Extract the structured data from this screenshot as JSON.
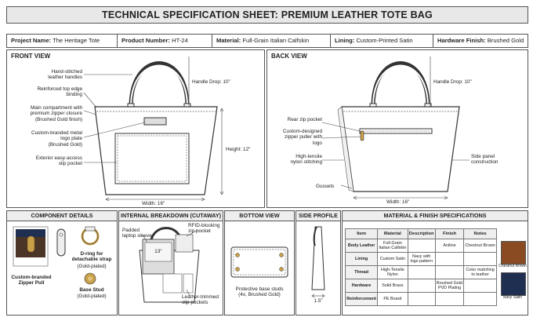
{
  "title": "TECHNICAL SPECIFICATION SHEET: PREMIUM LEATHER TOTE BAG",
  "meta": {
    "project_label": "Project Name:",
    "project_value": "The Heritage Tote",
    "product_label": "Product Number:",
    "product_value": "HT-24",
    "material_label": "Material:",
    "material_value": "Full-Grain Italian Calfskin",
    "lining_label": "Lining:",
    "lining_value": "Custom-Printed Satin",
    "hardware_label": "Hardware Finish:",
    "hardware_value": "Brushed Gold"
  },
  "front": {
    "title": "FRONT VIEW",
    "labels": {
      "handles": "Hand-stitched\nleather handles",
      "top_edge": "Reinforced top edge\nbinding",
      "main_compartment": "Main compartment with\npremium zipper closure\n(Brushed Gold finish)",
      "logo_plate": "Custom-branded metal\nlogo plate\n(Brushed Gold)",
      "slip_pocket": "Exterior easy-access\nslip pocket",
      "handle_drop": "Handle Drop: 10\"",
      "height": "Height: 12\"",
      "width": "Width: 16\""
    }
  },
  "back": {
    "title": "BACK VIEW",
    "labels": {
      "rear_zip": "Rear zip pocket",
      "zipper_puller": "Custom-designed\nzipper puller with\nlogo",
      "stitching": "High-tensile\nnylon stitching",
      "gussets": "Gussets",
      "side_panel": "Side panel\nconstruction",
      "handle_drop": "Handle Drop: 10\"",
      "width": "Width: 16\""
    }
  },
  "components": {
    "title": "COMPONENT DETAILS",
    "zipper_pull": "Custom-branded\nZipper Pull",
    "d_ring": "D-ring for\ndetachable strap",
    "d_ring_note": "(Gold-plated)",
    "base_stud": "Base Stud",
    "base_stud_note": "(Gold-plated)"
  },
  "internal": {
    "title": "INTERNAL BREAKDOWN (CUTAWAY)",
    "laptop_sleeve": "Padded\nlaptop sleeve",
    "rfid": "RFID-blocking\nzip pocket",
    "slip_pockets": "Leather-trimmed\nslip pockets",
    "sleeve_mark": "13\""
  },
  "bottom": {
    "title": "BOTTOM VIEW",
    "caption": "Protective base studs\n(4x, Brushed Gold)"
  },
  "side": {
    "title": "SIDE PROFILE",
    "depth": "1.5\""
  },
  "specs": {
    "title": "MATERIAL & FINISH SPECIFICATIONS",
    "headers": [
      "Item",
      "Material",
      "Description",
      "Finish",
      "Notes"
    ],
    "rows": [
      [
        "Body Leather",
        "Full-Grain\nItalian Calfskin",
        "",
        "Aniline",
        "Chestnut Brown"
      ],
      [
        "Lining",
        "Custom Satin",
        "Navy with\nlogo pattern",
        "",
        ""
      ],
      [
        "Thread",
        "High-Tensile\nNylon",
        "",
        "",
        "Color matching\nto leather"
      ],
      [
        "Hardware",
        "Solid Brass",
        "",
        "Brushed Gold\nPVD Plating",
        ""
      ],
      [
        "Reinforcement",
        "PE Board",
        "",
        "",
        ""
      ]
    ],
    "swatches": [
      {
        "label": "Chestnut Brown",
        "color": "#8a4a22"
      },
      {
        "label": "Navy Satin",
        "color": "#1f2f52"
      }
    ]
  },
  "colors": {
    "gold": "#c9a04a",
    "leather": "#7b4a2a",
    "navy": "#1f2f52"
  }
}
